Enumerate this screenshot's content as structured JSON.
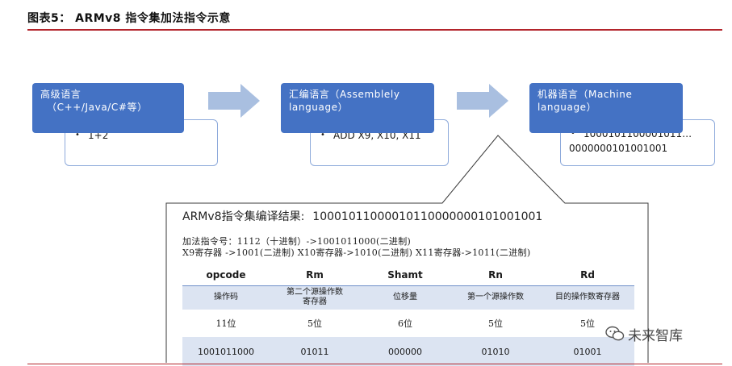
{
  "figure": {
    "title": "图表5：   ARMv8 指令集加法指令示意"
  },
  "stages": [
    {
      "label_line1": "高级语言",
      "label_line2": "（C++/Java/C#等）",
      "content": [
        "1+2"
      ]
    },
    {
      "label_line1": "汇编语言（Assemblely",
      "label_line2": "language）",
      "content": [
        "ADD X9,  X10, X11"
      ]
    },
    {
      "label_line1": "机器语言（Machine",
      "label_line2": "language）",
      "content": [
        "1000101100001011…",
        "0000000101001001"
      ]
    }
  ],
  "detail": {
    "result_label": "ARMv8指令集编译结果:",
    "result_value": "10001011000010110000000101001001",
    "line1": "加法指令号：1112（十进制）->1001011000(二进制)",
    "line2": "X9寄存器 ->1001(二进制)   X10寄存器->1010(二进制)  X11寄存器->1011(二进制)"
  },
  "table": {
    "headers": [
      "opcode",
      "Rm",
      "Shamt",
      "Rn",
      "Rd"
    ],
    "descriptions": [
      "操作码",
      "第二个源操作数寄存器",
      "位移量",
      "第一个源操作数",
      "目的操作数寄存器"
    ],
    "bits": [
      "11位",
      "5位",
      "6位",
      "5位",
      "5位"
    ],
    "values": [
      "1001011000",
      "01011",
      "000000",
      "01010",
      "01001"
    ]
  },
  "watermark": {
    "text": "未来智库",
    "icon": "wechat-icon"
  },
  "colors": {
    "accent_red": "#b3242b",
    "box_blue": "#4472c4",
    "arrow_blue": "#a9bfe0",
    "table_tint": "#dce4f2"
  }
}
